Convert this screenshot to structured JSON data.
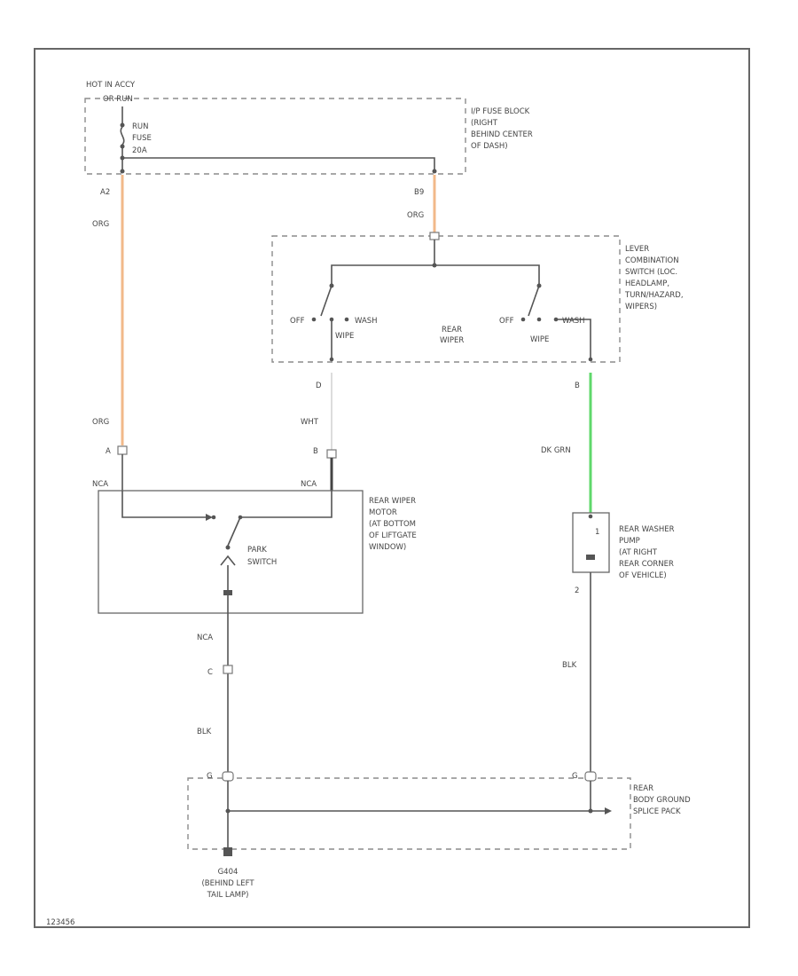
{
  "colors": {
    "wire_org": "#f2b98a",
    "wire_dk_grn": "#5fd86b",
    "wire_wht": "#dcdcdc",
    "wire_default": "#555555"
  },
  "labels": {
    "hot_in": "HOT IN ACCY",
    "hot_in_sub": "OR RUN",
    "fuse_line1": "RUN",
    "fuse_line2": "FUSE",
    "fuse_line3": "20A",
    "ip_fuse_block": [
      "I/P FUSE BLOCK",
      "(RIGHT",
      "BEHIND CENTER",
      "OF DASH)"
    ],
    "lever_switch": [
      "LEVER",
      "COMBINATION",
      "SWITCH (LOC.",
      "HEADLAMP,",
      "TURN/HAZARD,",
      "WIPERS)"
    ],
    "rear_wiper": [
      "REAR",
      "WIPER"
    ],
    "rear_wiper_motor": [
      "REAR WIPER",
      "MOTOR",
      "(AT BOTTOM",
      "OF LIFTGATE",
      "WINDOW)"
    ],
    "rear_washer_pump": [
      "REAR WASHER",
      "PUMP",
      "(AT RIGHT",
      "REAR CORNER",
      "OF VEHICLE)"
    ],
    "rear_ground_splice": [
      "REAR",
      "BODY GROUND",
      "SPLICE PACK"
    ],
    "ground_point": [
      "G404",
      "(BEHIND LEFT",
      "TAIL LAMP)"
    ],
    "park_switch": [
      "PARK",
      "SWITCH"
    ],
    "sw_left_off": "OFF",
    "sw_left_wash": "WASH",
    "sw_left_wipe": "WIPE",
    "sw_right_off": "OFF",
    "sw_right_wash": "WASH",
    "sw_right_wipe": "WIPE",
    "pin_a2": "A2",
    "pin_b9": "B9",
    "pin_d": "D",
    "pin_b_lever": "B",
    "pin_a_motor": "A",
    "pin_b_motor": "B",
    "pin_c": "C",
    "pin_2": "2",
    "pin_1": "1",
    "pin_g_left": "G",
    "pin_g_right": "G",
    "wire_org_1": "ORG",
    "wire_org_2": "ORG",
    "wire_org_3": "ORG",
    "wire_wht": "WHT",
    "wire_dk_grn": "DK GRN",
    "wire_blk_1": "BLK",
    "wire_blk_2": "BLK",
    "nca_1": "NCA",
    "nca_2": "NCA",
    "nca_3": "NCA",
    "figure_id": "123456"
  }
}
